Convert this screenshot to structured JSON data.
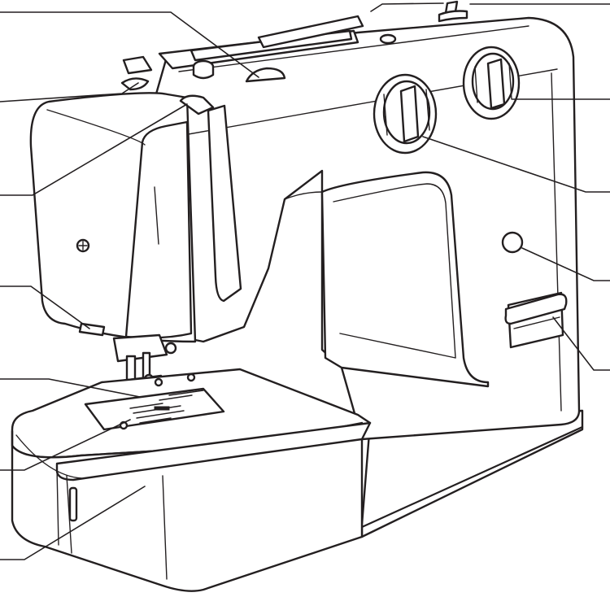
{
  "diagram": {
    "style": "black line art on white",
    "colors": {
      "line": "#231f20",
      "background": "#ffffff"
    },
    "callouts": [
      {
        "id": "bobbin-winder-spindle",
        "side": "left"
      },
      {
        "id": "thread-guide",
        "side": "left"
      },
      {
        "id": "thread-take-up-lever",
        "side": "left"
      },
      {
        "id": "thread-cutter",
        "side": "left"
      },
      {
        "id": "presser-foot",
        "side": "left"
      },
      {
        "id": "needle-plate",
        "side": "left"
      },
      {
        "id": "extension-table",
        "side": "left"
      },
      {
        "id": "spool-pin",
        "side": "top"
      },
      {
        "id": "bobbin-winder-stopper",
        "side": "right"
      },
      {
        "id": "stitch-selector-dial",
        "side": "right"
      },
      {
        "id": "stitch-length-dial",
        "side": "right"
      },
      {
        "id": "handwheel-screw-hole",
        "side": "right"
      },
      {
        "id": "reverse-lever",
        "side": "right"
      }
    ]
  }
}
